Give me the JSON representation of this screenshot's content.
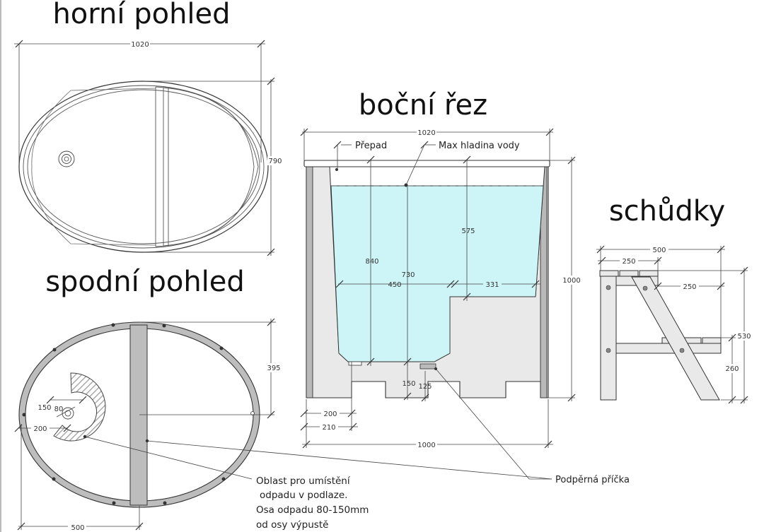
{
  "titles": {
    "top_view": "horní pohled",
    "bottom_view": "spodní pohled",
    "side_section": "boční řez",
    "steps": "schůdky"
  },
  "dimensions": {
    "top_width": "1020",
    "top_height": "790",
    "bottom_395": "395",
    "bottom_500": "500",
    "bottom_150": "150",
    "bottom_80": "80",
    "bottom_200": "200",
    "side_width_top": "1020",
    "side_height": "1000",
    "side_840": "840",
    "side_730": "730",
    "side_575": "575",
    "side_450": "450",
    "side_331": "331",
    "side_150": "150",
    "side_125": "125",
    "side_200": "200",
    "side_210": "210",
    "side_width_bottom": "1000",
    "steps_500": "500",
    "steps_250_top": "250",
    "steps_250_right": "250",
    "steps_530": "530",
    "steps_260": "260"
  },
  "labels": {
    "overflow": "Přepad",
    "max_water": "Max hladina vody",
    "support_bar": "Podpěrná příčka",
    "drain_note_1": "Oblast pro umístění",
    "drain_note_2": "odpadu v podlaze.",
    "drain_note_3": "Osa odpadu 80-150mm",
    "drain_note_4": "od osy výpustě"
  },
  "colors": {
    "water": "#cdf4f6",
    "body": "#e9e9e9",
    "frame": "#d8d8d8",
    "outline": "#333333",
    "frame_bar": "#b9b9b9"
  }
}
